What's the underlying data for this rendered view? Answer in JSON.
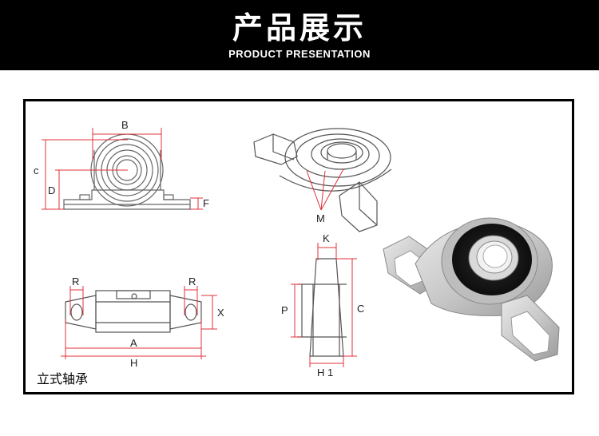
{
  "header": {
    "title": "产品展示",
    "subtitle": "PRODUCT PRESENTATION"
  },
  "caption": "立式轴承",
  "dimensions": {
    "front_view": {
      "B": "B",
      "c": "c",
      "D": "D",
      "F": "F"
    },
    "iso_view": {
      "M": "M"
    },
    "top_view": {
      "R_left": "R",
      "R_right": "R",
      "X": "X",
      "A": "A",
      "H": "H"
    },
    "side_view": {
      "K": "K",
      "P": "P",
      "C": "C",
      "H1": "H 1"
    }
  },
  "colors": {
    "header_bg": "#000000",
    "dimension_line": "#e0303a",
    "drawing_line": "#555555"
  }
}
